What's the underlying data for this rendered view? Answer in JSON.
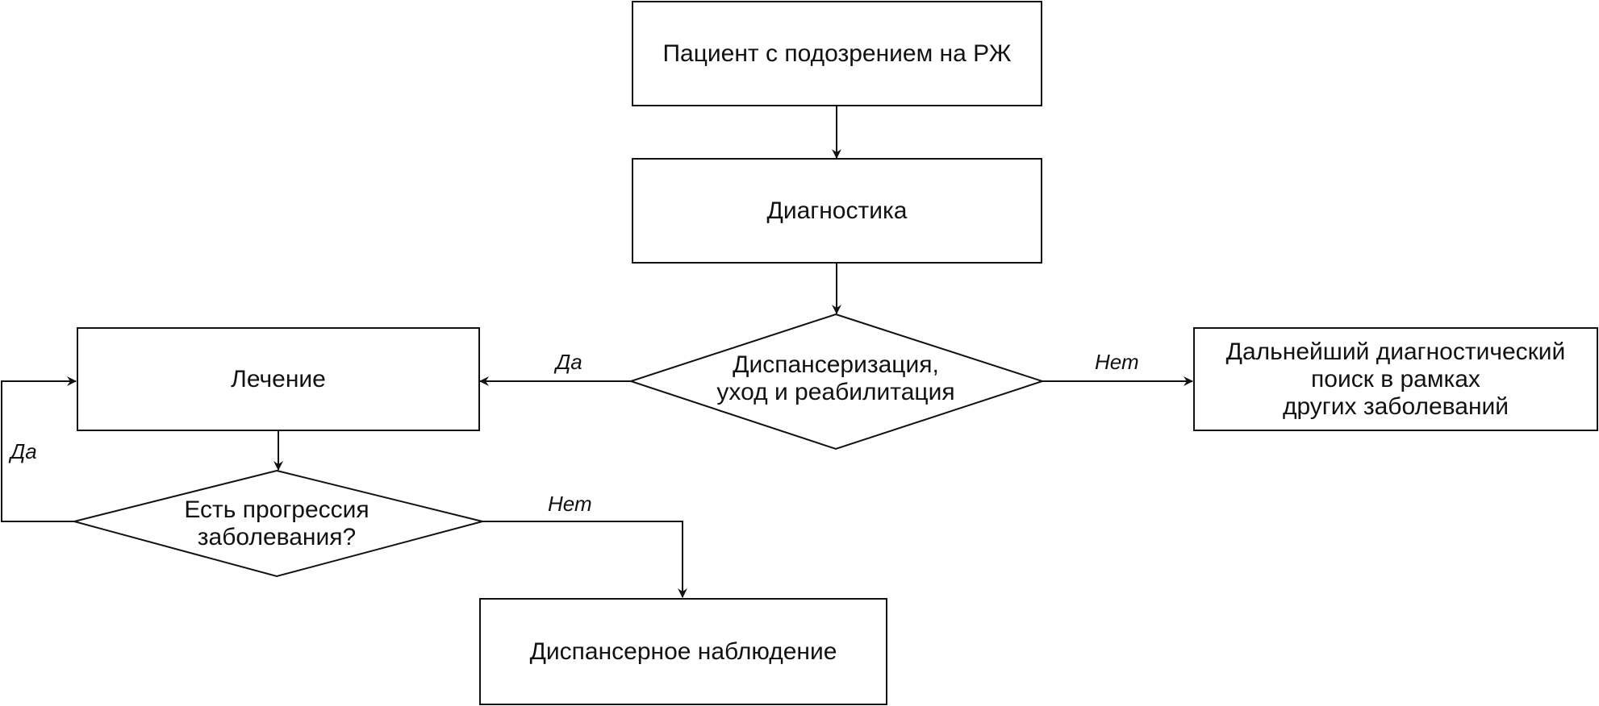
{
  "diagram": {
    "type": "flowchart",
    "nodes": {
      "patient": {
        "text": "Пациент с подозрением на РЖ",
        "shape": "rect"
      },
      "diagnostics": {
        "text": "Диагностика",
        "shape": "rect"
      },
      "dispensary_decision": {
        "text": "Диспансеризация,\nуход и реабилитация",
        "shape": "diamond"
      },
      "further_search": {
        "text": "Дальнейший диагностический\nпоиск в рамках\nдругих заболеваний",
        "shape": "rect"
      },
      "treatment": {
        "text": "Лечение",
        "shape": "rect"
      },
      "progression_decision": {
        "text": "Есть прогрессия\nзаболевания?",
        "shape": "diamond"
      },
      "observation": {
        "text": "Диспансерное наблюдение",
        "shape": "rect"
      }
    },
    "edges": [
      {
        "from": "patient",
        "to": "diagnostics",
        "label": ""
      },
      {
        "from": "diagnostics",
        "to": "dispensary_decision",
        "label": ""
      },
      {
        "from": "dispensary_decision",
        "to": "treatment",
        "label": "Да"
      },
      {
        "from": "dispensary_decision",
        "to": "further_search",
        "label": "Нет"
      },
      {
        "from": "treatment",
        "to": "progression_decision",
        "label": ""
      },
      {
        "from": "progression_decision",
        "to": "treatment",
        "label": "Да"
      },
      {
        "from": "progression_decision",
        "to": "observation",
        "label": "Нет"
      }
    ],
    "labels": {
      "yes_to_treatment": "Да",
      "no_to_search": "Нет",
      "yes_loop": "Да",
      "no_to_observation": "Нет"
    },
    "colors": {
      "stroke": "#111111",
      "background": "#ffffff"
    }
  }
}
